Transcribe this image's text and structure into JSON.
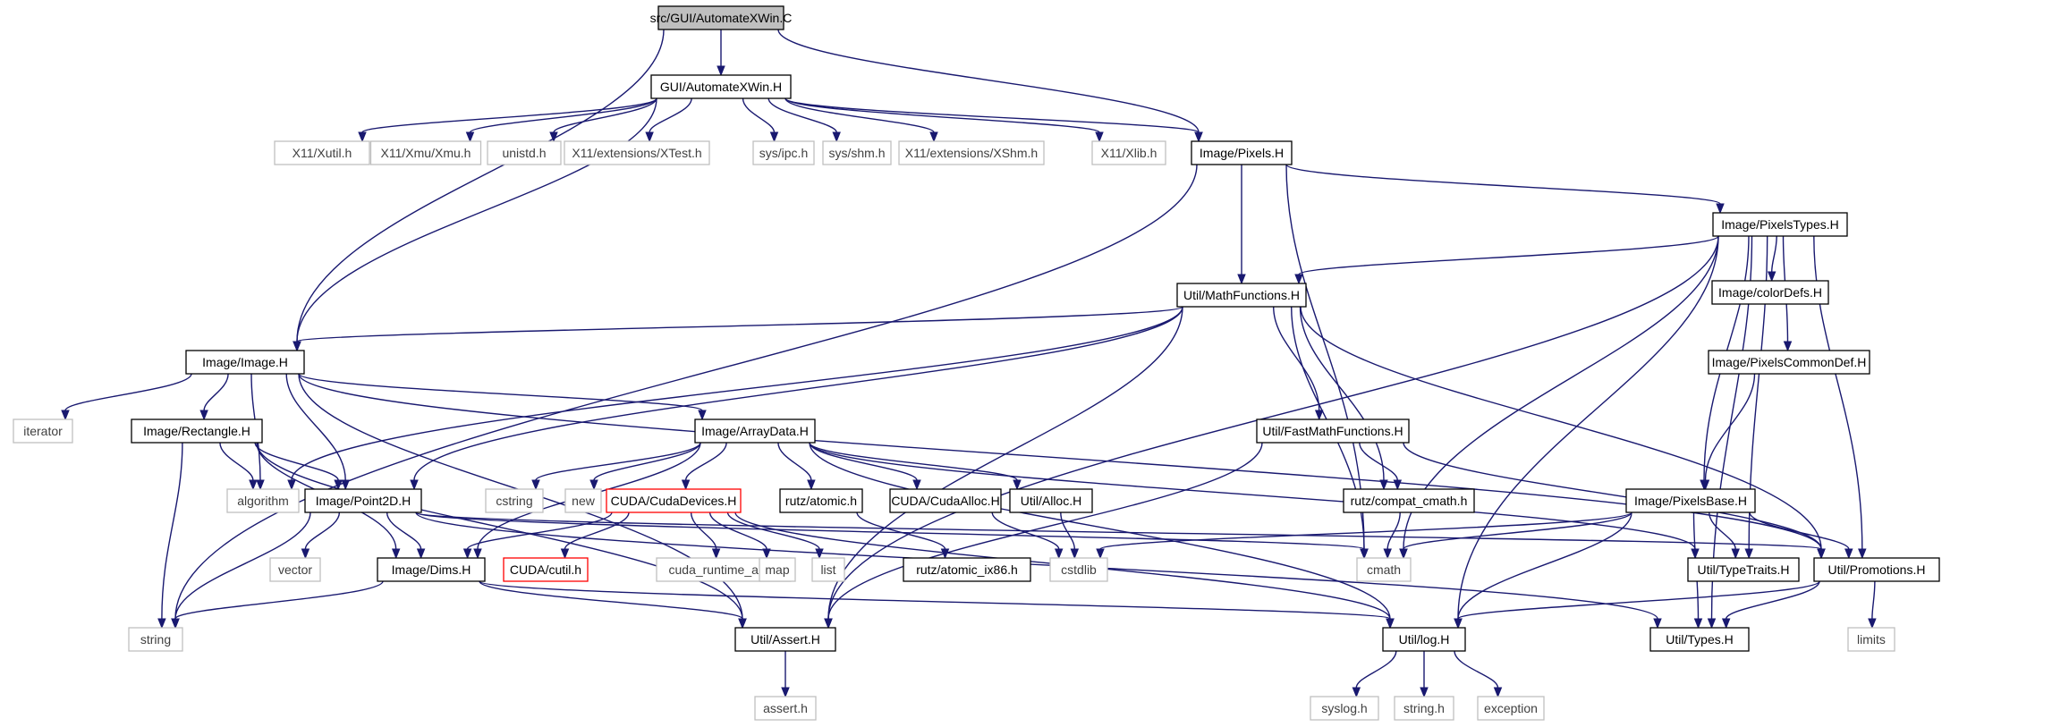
{
  "colors": {
    "edge": "#191970",
    "project_border": "#000000",
    "system_border": "#bfbfbf",
    "cuda_border": "#ff0000",
    "root_fill": "#bfbfbf",
    "project_text": "#000000",
    "system_text": "#404040"
  },
  "nodes": [
    {
      "id": "root",
      "label": "src/GUI/AutomateXWin.C",
      "kind": "root"
    },
    {
      "id": "gui",
      "label": "GUI/AutomateXWin.H",
      "kind": "project"
    },
    {
      "id": "xutil",
      "label": "X11/Xutil.h",
      "kind": "system"
    },
    {
      "id": "xmu",
      "label": "X11/Xmu/Xmu.h",
      "kind": "system"
    },
    {
      "id": "unistd",
      "label": "unistd.h",
      "kind": "system"
    },
    {
      "id": "xtest",
      "label": "X11/extensions/XTest.h",
      "kind": "system"
    },
    {
      "id": "ipc",
      "label": "sys/ipc.h",
      "kind": "system"
    },
    {
      "id": "shm",
      "label": "sys/shm.h",
      "kind": "system"
    },
    {
      "id": "xshm",
      "label": "X11/extensions/XShm.h",
      "kind": "system"
    },
    {
      "id": "xlib",
      "label": "X11/Xlib.h",
      "kind": "system"
    },
    {
      "id": "pixels",
      "label": "Image/Pixels.H",
      "kind": "project"
    },
    {
      "id": "pixtypes",
      "label": "Image/PixelsTypes.H",
      "kind": "project"
    },
    {
      "id": "mathfn",
      "label": "Util/MathFunctions.H",
      "kind": "project"
    },
    {
      "id": "colordefs",
      "label": "Image/colorDefs.H",
      "kind": "project"
    },
    {
      "id": "image",
      "label": "Image/Image.H",
      "kind": "project"
    },
    {
      "id": "pixcommon",
      "label": "Image/PixelsCommonDef.H",
      "kind": "project"
    },
    {
      "id": "iterator",
      "label": "iterator",
      "kind": "system"
    },
    {
      "id": "rectangle",
      "label": "Image/Rectangle.H",
      "kind": "project"
    },
    {
      "id": "arraydata",
      "label": "Image/ArrayData.H",
      "kind": "project"
    },
    {
      "id": "fastmath",
      "label": "Util/FastMathFunctions.H",
      "kind": "project"
    },
    {
      "id": "algorithm",
      "label": "algorithm",
      "kind": "system"
    },
    {
      "id": "point2d",
      "label": "Image/Point2D.H",
      "kind": "project"
    },
    {
      "id": "cstring",
      "label": "cstring",
      "kind": "system"
    },
    {
      "id": "new",
      "label": "new",
      "kind": "system"
    },
    {
      "id": "cudadev",
      "label": "CUDA/CudaDevices.H",
      "kind": "cuda"
    },
    {
      "id": "rutzatomic",
      "label": "rutz/atomic.h",
      "kind": "project"
    },
    {
      "id": "cudaalloc",
      "label": "CUDA/CudaAlloc.H",
      "kind": "project"
    },
    {
      "id": "alloc",
      "label": "Util/Alloc.H",
      "kind": "project"
    },
    {
      "id": "compatcmath",
      "label": "rutz/compat_cmath.h",
      "kind": "project"
    },
    {
      "id": "pixbase",
      "label": "Image/PixelsBase.H",
      "kind": "project"
    },
    {
      "id": "vector",
      "label": "vector",
      "kind": "system"
    },
    {
      "id": "dims",
      "label": "Image/Dims.H",
      "kind": "project"
    },
    {
      "id": "cutil",
      "label": "CUDA/cutil.h",
      "kind": "cuda"
    },
    {
      "id": "cudart",
      "label": "cuda_runtime_api.h",
      "kind": "system"
    },
    {
      "id": "map",
      "label": "map",
      "kind": "system"
    },
    {
      "id": "list",
      "label": "list",
      "kind": "system"
    },
    {
      "id": "atomicx86",
      "label": "rutz/atomic_ix86.h",
      "kind": "project"
    },
    {
      "id": "cstdlib",
      "label": "cstdlib",
      "kind": "system"
    },
    {
      "id": "cmath",
      "label": "cmath",
      "kind": "system"
    },
    {
      "id": "typetraits",
      "label": "Util/TypeTraits.H",
      "kind": "project"
    },
    {
      "id": "promotions",
      "label": "Util/Promotions.H",
      "kind": "project"
    },
    {
      "id": "string",
      "label": "string",
      "kind": "system"
    },
    {
      "id": "assert",
      "label": "Util/Assert.H",
      "kind": "project"
    },
    {
      "id": "log",
      "label": "Util/log.H",
      "kind": "project"
    },
    {
      "id": "types",
      "label": "Util/Types.H",
      "kind": "project"
    },
    {
      "id": "limits",
      "label": "limits",
      "kind": "system"
    },
    {
      "id": "asserth",
      "label": "assert.h",
      "kind": "system"
    },
    {
      "id": "syslog",
      "label": "syslog.h",
      "kind": "system"
    },
    {
      "id": "stringh",
      "label": "string.h",
      "kind": "system"
    },
    {
      "id": "exception",
      "label": "exception",
      "kind": "system"
    }
  ],
  "edges": [
    [
      "root",
      "gui"
    ],
    [
      "root",
      "pixels"
    ],
    [
      "root",
      "image"
    ],
    [
      "gui",
      "xutil"
    ],
    [
      "gui",
      "xmu"
    ],
    [
      "gui",
      "unistd"
    ],
    [
      "gui",
      "xtest"
    ],
    [
      "gui",
      "ipc"
    ],
    [
      "gui",
      "shm"
    ],
    [
      "gui",
      "xshm"
    ],
    [
      "gui",
      "xlib"
    ],
    [
      "gui",
      "pixels"
    ],
    [
      "gui",
      "image"
    ],
    [
      "pixels",
      "pixtypes"
    ],
    [
      "pixels",
      "mathfn"
    ],
    [
      "pixels",
      "string"
    ],
    [
      "pixels",
      "cmath"
    ],
    [
      "pixtypes",
      "mathfn"
    ],
    [
      "pixtypes",
      "colordefs"
    ],
    [
      "pixtypes",
      "pixcommon"
    ],
    [
      "pixtypes",
      "pixbase"
    ],
    [
      "pixtypes",
      "cmath"
    ],
    [
      "pixtypes",
      "assert"
    ],
    [
      "pixtypes",
      "typetraits"
    ],
    [
      "pixtypes",
      "promotions"
    ],
    [
      "pixtypes",
      "log"
    ],
    [
      "pixtypes",
      "types"
    ],
    [
      "mathfn",
      "image"
    ],
    [
      "mathfn",
      "fastmath"
    ],
    [
      "mathfn",
      "compatcmath"
    ],
    [
      "mathfn",
      "algorithm"
    ],
    [
      "mathfn",
      "point2d"
    ],
    [
      "mathfn",
      "assert"
    ],
    [
      "mathfn",
      "cmath"
    ],
    [
      "mathfn",
      "promotions"
    ],
    [
      "image",
      "iterator"
    ],
    [
      "image",
      "rectangle"
    ],
    [
      "image",
      "arraydata"
    ],
    [
      "image",
      "algorithm"
    ],
    [
      "image",
      "point2d"
    ],
    [
      "image",
      "assert"
    ],
    [
      "image",
      "promotions"
    ],
    [
      "pixcommon",
      "pixbase"
    ],
    [
      "rectangle",
      "algorithm"
    ],
    [
      "rectangle",
      "point2d"
    ],
    [
      "rectangle",
      "dims"
    ],
    [
      "rectangle",
      "string"
    ],
    [
      "rectangle",
      "assert"
    ],
    [
      "arraydata",
      "cstring"
    ],
    [
      "arraydata",
      "new"
    ],
    [
      "arraydata",
      "cudadev"
    ],
    [
      "arraydata",
      "rutzatomic"
    ],
    [
      "arraydata",
      "cudaalloc"
    ],
    [
      "arraydata",
      "alloc"
    ],
    [
      "arraydata",
      "dims"
    ],
    [
      "arraydata",
      "log"
    ],
    [
      "arraydata",
      "typetraits"
    ],
    [
      "fastmath",
      "compatcmath"
    ],
    [
      "fastmath",
      "assert"
    ],
    [
      "fastmath",
      "promotions"
    ],
    [
      "point2d",
      "vector"
    ],
    [
      "point2d",
      "dims"
    ],
    [
      "point2d",
      "string"
    ],
    [
      "point2d",
      "cmath"
    ],
    [
      "point2d",
      "promotions"
    ],
    [
      "point2d",
      "types"
    ],
    [
      "cudadev",
      "cutil"
    ],
    [
      "cudadev",
      "cudart"
    ],
    [
      "cudadev",
      "map"
    ],
    [
      "cudadev",
      "list"
    ],
    [
      "cudadev",
      "dims"
    ],
    [
      "cudadev",
      "log"
    ],
    [
      "rutzatomic",
      "atomicx86"
    ],
    [
      "cudaalloc",
      "cstdlib"
    ],
    [
      "alloc",
      "cstdlib"
    ],
    [
      "compatcmath",
      "cmath"
    ],
    [
      "pixbase",
      "typetraits"
    ],
    [
      "pixbase",
      "promotions"
    ],
    [
      "pixbase",
      "types"
    ],
    [
      "pixbase",
      "log"
    ],
    [
      "pixbase",
      "cmath"
    ],
    [
      "pixbase",
      "cstdlib"
    ],
    [
      "dims",
      "assert"
    ],
    [
      "dims",
      "string"
    ],
    [
      "dims",
      "log"
    ],
    [
      "promotions",
      "types"
    ],
    [
      "promotions",
      "limits"
    ],
    [
      "promotions",
      "log"
    ],
    [
      "assert",
      "asserth"
    ],
    [
      "log",
      "syslog"
    ],
    [
      "log",
      "stringh"
    ],
    [
      "log",
      "exception"
    ]
  ]
}
